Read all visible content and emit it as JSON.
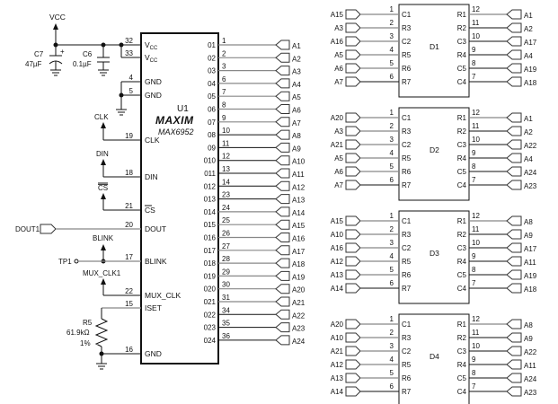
{
  "power": {
    "vcc_label": "VCC",
    "c7": {
      "ref": "C7",
      "value": "47µF",
      "polarity": "+"
    },
    "c6": {
      "ref": "C6",
      "value": "0.1µF"
    }
  },
  "u1": {
    "ref": "U1",
    "brand": "MAXIM",
    "part": "MAX6952",
    "left_pins": [
      {
        "pin": "32",
        "name": "VCC",
        "sub": "CC",
        "main": "V"
      },
      {
        "pin": "33",
        "name": "VCC",
        "sub": "CC",
        "main": "V"
      },
      {
        "pin": "4",
        "name": "GND"
      },
      {
        "pin": "5",
        "name": "GND"
      },
      {
        "pin": "19",
        "name": "CLK",
        "net": "CLK"
      },
      {
        "pin": "18",
        "name": "DIN",
        "net": "DIN"
      },
      {
        "pin": "21",
        "name": "CS",
        "net": "CS",
        "overbar": true
      },
      {
        "pin": "20",
        "name": "DOUT",
        "net": "DOUT1"
      },
      {
        "pin": "17",
        "name": "BLINK",
        "net": "BLINK",
        "testpoint": "TP1"
      },
      {
        "pin": "22",
        "name": "MUX_CLK",
        "net": "MUX_CLK1"
      },
      {
        "pin": "15",
        "name": "ISET"
      },
      {
        "pin": "16",
        "name": "GND"
      }
    ],
    "right_pins": [
      {
        "out": "01",
        "pin": "1",
        "net": "A1"
      },
      {
        "out": "02",
        "pin": "2",
        "net": "A2"
      },
      {
        "out": "03",
        "pin": "3",
        "net": "A3"
      },
      {
        "out": "04",
        "pin": "6",
        "net": "A4"
      },
      {
        "out": "05",
        "pin": "7",
        "net": "A5"
      },
      {
        "out": "06",
        "pin": "8",
        "net": "A6"
      },
      {
        "out": "07",
        "pin": "9",
        "net": "A7"
      },
      {
        "out": "08",
        "pin": "10",
        "net": "A8"
      },
      {
        "out": "09",
        "pin": "11",
        "net": "A9"
      },
      {
        "out": "010",
        "pin": "12",
        "net": "A10"
      },
      {
        "out": "011",
        "pin": "13",
        "net": "A11"
      },
      {
        "out": "012",
        "pin": "14",
        "net": "A12"
      },
      {
        "out": "013",
        "pin": "23",
        "net": "A13"
      },
      {
        "out": "014",
        "pin": "24",
        "net": "A14"
      },
      {
        "out": "015",
        "pin": "25",
        "net": "A15"
      },
      {
        "out": "016",
        "pin": "26",
        "net": "A16"
      },
      {
        "out": "017",
        "pin": "27",
        "net": "A17"
      },
      {
        "out": "018",
        "pin": "28",
        "net": "A18"
      },
      {
        "out": "019",
        "pin": "29",
        "net": "A19"
      },
      {
        "out": "020",
        "pin": "30",
        "net": "A20"
      },
      {
        "out": "021",
        "pin": "31",
        "net": "A21"
      },
      {
        "out": "022",
        "pin": "34",
        "net": "A22"
      },
      {
        "out": "023",
        "pin": "35",
        "net": "A23"
      },
      {
        "out": "024",
        "pin": "36",
        "net": "A24"
      }
    ]
  },
  "r5": {
    "ref": "R5",
    "value": "61.9kΩ",
    "tolerance": "1%"
  },
  "displays": [
    {
      "ref": "D1",
      "left": [
        {
          "net": "A15",
          "pin": "1",
          "name": "C1"
        },
        {
          "net": "A3",
          "pin": "2",
          "name": "R3"
        },
        {
          "net": "A16",
          "pin": "3",
          "name": "C2"
        },
        {
          "net": "A5",
          "pin": "4",
          "name": "R5"
        },
        {
          "net": "A6",
          "pin": "5",
          "name": "R6"
        },
        {
          "net": "A7",
          "pin": "6",
          "name": "R7"
        }
      ],
      "right": [
        {
          "name": "R1",
          "pin": "12",
          "net": "A1"
        },
        {
          "name": "R2",
          "pin": "11",
          "net": "A2"
        },
        {
          "name": "C3",
          "pin": "10",
          "net": "A17"
        },
        {
          "name": "R4",
          "pin": "9",
          "net": "A4"
        },
        {
          "name": "C5",
          "pin": "8",
          "net": "A19"
        },
        {
          "name": "C4",
          "pin": "7",
          "net": "A18"
        }
      ]
    },
    {
      "ref": "D2",
      "left": [
        {
          "net": "A20",
          "pin": "1",
          "name": "C1"
        },
        {
          "net": "A3",
          "pin": "2",
          "name": "R3"
        },
        {
          "net": "A21",
          "pin": "3",
          "name": "C2"
        },
        {
          "net": "A5",
          "pin": "4",
          "name": "R5"
        },
        {
          "net": "A6",
          "pin": "5",
          "name": "R6"
        },
        {
          "net": "A7",
          "pin": "6",
          "name": "R7"
        }
      ],
      "right": [
        {
          "name": "R1",
          "pin": "12",
          "net": "A1"
        },
        {
          "name": "R2",
          "pin": "11",
          "net": "A2"
        },
        {
          "name": "C3",
          "pin": "10",
          "net": "A22"
        },
        {
          "name": "R4",
          "pin": "9",
          "net": "A4"
        },
        {
          "name": "C5",
          "pin": "8",
          "net": "A24"
        },
        {
          "name": "C4",
          "pin": "7",
          "net": "A23"
        }
      ]
    },
    {
      "ref": "D3",
      "left": [
        {
          "net": "A15",
          "pin": "1",
          "name": "C1"
        },
        {
          "net": "A10",
          "pin": "2",
          "name": "R3"
        },
        {
          "net": "A16",
          "pin": "3",
          "name": "C2"
        },
        {
          "net": "A12",
          "pin": "4",
          "name": "R5"
        },
        {
          "net": "A13",
          "pin": "5",
          "name": "R6"
        },
        {
          "net": "A14",
          "pin": "6",
          "name": "R7"
        }
      ],
      "right": [
        {
          "name": "R1",
          "pin": "12",
          "net": "A8"
        },
        {
          "name": "R2",
          "pin": "11",
          "net": "A9"
        },
        {
          "name": "C3",
          "pin": "10",
          "net": "A17"
        },
        {
          "name": "R4",
          "pin": "9",
          "net": "A11"
        },
        {
          "name": "C5",
          "pin": "8",
          "net": "A19"
        },
        {
          "name": "C4",
          "pin": "7",
          "net": "A18"
        }
      ]
    },
    {
      "ref": "D4",
      "left": [
        {
          "net": "A20",
          "pin": "1",
          "name": "C1"
        },
        {
          "net": "A10",
          "pin": "2",
          "name": "R3"
        },
        {
          "net": "A21",
          "pin": "3",
          "name": "C2"
        },
        {
          "net": "A12",
          "pin": "4",
          "name": "R5"
        },
        {
          "net": "A13",
          "pin": "5",
          "name": "R6"
        },
        {
          "net": "A14",
          "pin": "6",
          "name": "R7"
        }
      ],
      "right": [
        {
          "name": "R1",
          "pin": "12",
          "net": "A8"
        },
        {
          "name": "R2",
          "pin": "11",
          "net": "A9"
        },
        {
          "name": "C3",
          "pin": "10",
          "net": "A22"
        },
        {
          "name": "R4",
          "pin": "9",
          "net": "A11"
        },
        {
          "name": "C5",
          "pin": "8",
          "net": "A24"
        },
        {
          "name": "C4",
          "pin": "7",
          "net": "A23"
        }
      ]
    }
  ]
}
